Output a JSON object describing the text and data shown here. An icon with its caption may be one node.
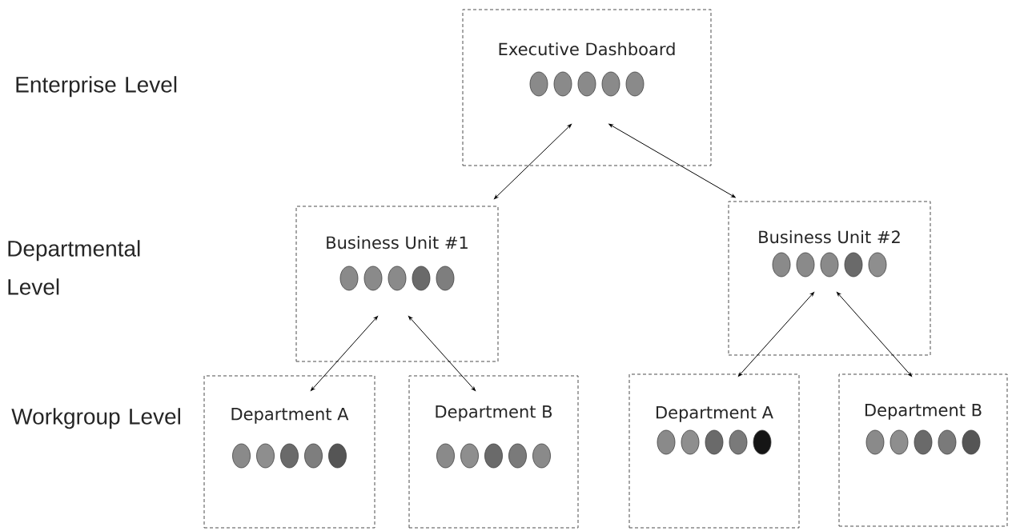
{
  "diagram": {
    "nodes": [
      {
        "text": [
          "Executive Dashboard"
        ]
      },
      {
        "text": [
          "Business Unit #1"
        ]
      },
      {
        "text": [
          "Business Unit #2"
        ]
      },
      {
        "text": [
          "Department A"
        ]
      },
      {
        "text": [
          "Department B"
        ]
      },
      {
        "text": [
          "Department A"
        ]
      },
      {
        "text": [
          "Department B"
        ]
      }
    ],
    "edges": [
      {
        "from": 0,
        "to": 1,
        "arrow": "both"
      },
      {
        "from": 0,
        "to": 2,
        "arrow": "both"
      },
      {
        "from": 1,
        "to": 3,
        "arrow": "both"
      },
      {
        "from": 1,
        "to": 4,
        "arrow": "both"
      },
      {
        "from": 2,
        "to": 5,
        "arrow": "both"
      },
      {
        "from": 2,
        "to": 6,
        "arrow": "both"
      }
    ],
    "labels": [
      "Enterprise Level",
      "Departmental Level",
      "Workgroup Level"
    ]
  }
}
